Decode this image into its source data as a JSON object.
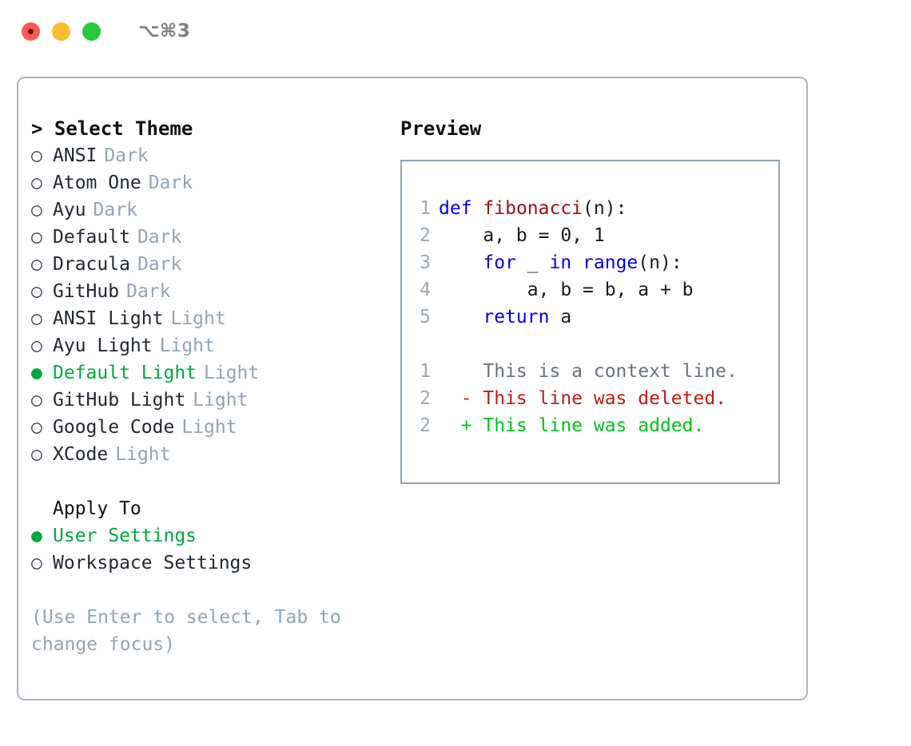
{
  "window": {
    "shortcut": "⌥⌘3",
    "traffic_lights": [
      "close-button",
      "minimize-button",
      "maximize-button"
    ],
    "accent_selected": "#00a83c",
    "border_color": "#aab4c2"
  },
  "theme_picker": {
    "title": "> Select Theme",
    "marker_on": "●",
    "marker_off": "○",
    "items": [
      {
        "label": "ANSI",
        "tag": "Dark",
        "selected": false
      },
      {
        "label": "Atom One",
        "tag": "Dark",
        "selected": false
      },
      {
        "label": "Ayu",
        "tag": "Dark",
        "selected": false
      },
      {
        "label": "Default",
        "tag": "Dark",
        "selected": false
      },
      {
        "label": "Dracula",
        "tag": "Dark",
        "selected": false
      },
      {
        "label": "GitHub",
        "tag": "Dark",
        "selected": false
      },
      {
        "label": "ANSI Light",
        "tag": "Light",
        "selected": false
      },
      {
        "label": "Ayu Light",
        "tag": "Light",
        "selected": false
      },
      {
        "label": "Default Light",
        "tag": "Light",
        "selected": true
      },
      {
        "label": "GitHub Light",
        "tag": "Light",
        "selected": false
      },
      {
        "label": "Google Code",
        "tag": "Light",
        "selected": false
      },
      {
        "label": "XCode",
        "tag": "Light",
        "selected": false
      }
    ]
  },
  "apply_to": {
    "title": "Apply To",
    "items": [
      {
        "label": "User Settings",
        "selected": true
      },
      {
        "label": "Workspace Settings",
        "selected": false
      }
    ]
  },
  "hint": "(Use Enter to select, Tab to change focus)",
  "preview": {
    "title": "Preview",
    "code_lines": [
      {
        "num": "1",
        "tokens": [
          {
            "t": "def",
            "c": "kw"
          },
          {
            "t": " ",
            "c": "pl"
          },
          {
            "t": "fibonacci",
            "c": "fn"
          },
          {
            "t": "(n):",
            "c": "pl"
          }
        ]
      },
      {
        "num": "2",
        "tokens": [
          {
            "t": "    a, b = 0, 1",
            "c": "pl"
          }
        ]
      },
      {
        "num": "3",
        "tokens": [
          {
            "t": "    ",
            "c": "pl"
          },
          {
            "t": "for",
            "c": "kw"
          },
          {
            "t": " _ ",
            "c": "pl"
          },
          {
            "t": "in",
            "c": "kw"
          },
          {
            "t": " ",
            "c": "pl"
          },
          {
            "t": "range",
            "c": "kw"
          },
          {
            "t": "(n):",
            "c": "pl"
          }
        ]
      },
      {
        "num": "4",
        "tokens": [
          {
            "t": "        a, b = b, a + b",
            "c": "pl"
          }
        ]
      },
      {
        "num": "5",
        "tokens": [
          {
            "t": "    ",
            "c": "pl"
          },
          {
            "t": "return",
            "c": "kw"
          },
          {
            "t": " a",
            "c": "pl"
          }
        ]
      }
    ],
    "diff_lines": [
      {
        "num": "1",
        "sign": " ",
        "text": " This is a context line.",
        "kind": "context"
      },
      {
        "num": "2",
        "sign": "-",
        "text": " This line was deleted.",
        "kind": "deleted"
      },
      {
        "num": "2",
        "sign": "+",
        "text": " This line was added.",
        "kind": "added"
      }
    ],
    "colors": {
      "keyword": "#0000ee",
      "function": "#a01010",
      "plain": "#1a1a1a",
      "line_number": "#9aa7b5",
      "diff_context": "#6b7280",
      "diff_deleted": "#c21a10",
      "diff_added": "#00c21a",
      "box_border": "#94a3b3"
    }
  }
}
